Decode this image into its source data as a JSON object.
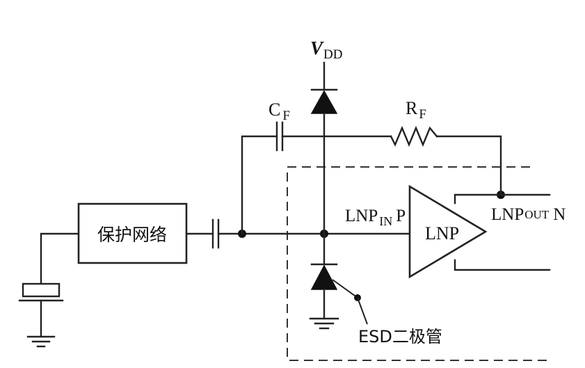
{
  "labels": {
    "vdd_main": "V",
    "vdd_sub": "DD",
    "cf_main": "C",
    "cf_sub": "F",
    "rf_main": "R",
    "rf_sub": "F",
    "protection_network": "保护网络",
    "lnp_in_main": "LNP",
    "lnp_in_sub": "IN",
    "lnp_in_suffix": "P",
    "amplifier": "LNP",
    "lnp_out_main": "LNP",
    "lnp_out_sub": "OUT",
    "lnp_out_suffix": "N",
    "esd_diode": "ESD二极管"
  }
}
